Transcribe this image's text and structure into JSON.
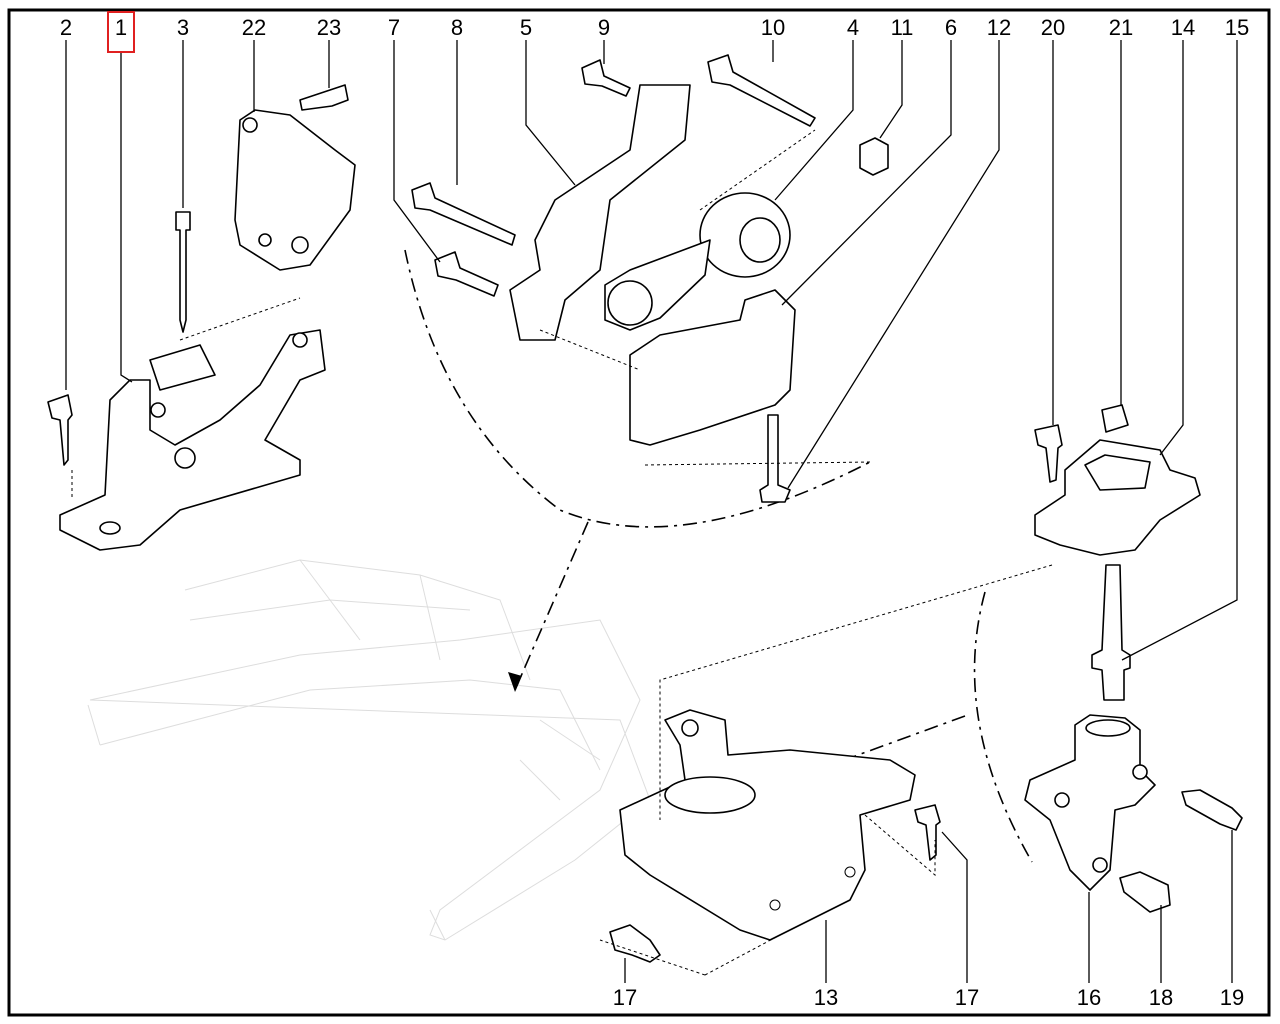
{
  "diagram": {
    "highlight_color": "#e02020",
    "highlighted_label": "1",
    "top_labels": [
      "2",
      "1",
      "3",
      "22",
      "23",
      "7",
      "8",
      "5",
      "9",
      "10",
      "4",
      "11",
      "6",
      "12",
      "20",
      "21",
      "14",
      "15"
    ],
    "bottom_labels": [
      "17",
      "13",
      "17",
      "16",
      "18",
      "19"
    ]
  }
}
